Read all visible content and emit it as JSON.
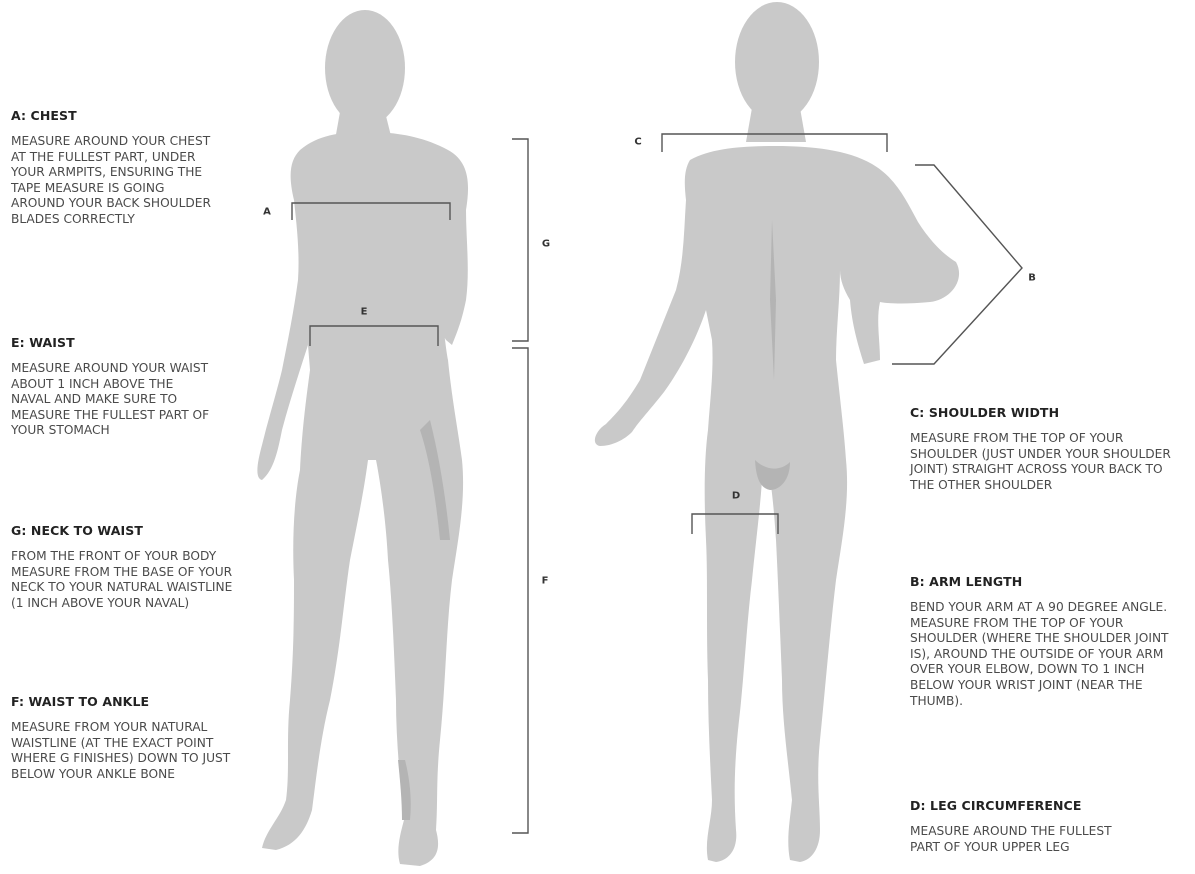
{
  "sections": {
    "chest": {
      "title": "A: CHEST",
      "text": "MEASURE AROUND YOUR CHEST AT THE FULLEST PART, UNDER YOUR ARMPITS, ENSURING THE TAPE MEASURE IS GOING AROUND YOUR BACK SHOULDER BLADES CORRECTLY"
    },
    "waist": {
      "title": "E: WAIST",
      "text": "MEASURE AROUND YOUR WAIST ABOUT 1 INCH ABOVE THE NAVAL AND MAKE SURE TO MEASURE THE FULLEST PART OF YOUR STOMACH"
    },
    "neck_to_waist": {
      "title": "G: NECK TO WAIST",
      "text": "FROM THE FRONT OF YOUR BODY MEASURE FROM THE BASE OF YOUR NECK TO YOUR NATURAL WAISTLINE (1 INCH ABOVE YOUR NAVAL)"
    },
    "waist_to_ankle": {
      "title": "F: WAIST TO ANKLE",
      "text": "MEASURE FROM YOUR NATURAL WAISTLINE (AT THE EXACT POINT WHERE G FINISHES) DOWN TO JUST BELOW YOUR ANKLE BONE"
    },
    "shoulder_width": {
      "title": "C: SHOULDER WIDTH",
      "text": "MEASURE FROM THE TOP OF YOUR SHOULDER (JUST UNDER YOUR SHOULDER JOINT) STRAIGHT ACROSS YOUR BACK TO THE OTHER SHOULDER"
    },
    "arm_length": {
      "title": "B: ARM LENGTH",
      "text": "BEND YOUR ARM AT A 90 DEGREE ANGLE. MEASURE FROM THE TOP OF YOUR SHOULDER (WHERE THE SHOULDER JOINT IS), AROUND THE OUTSIDE OF YOUR ARM OVER YOUR ELBOW, DOWN TO 1 INCH BELOW YOUR WRIST JOINT (NEAR THE THUMB)."
    },
    "leg_circumference": {
      "title": "D: LEG CIRCUMFERENCE",
      "text": "MEASURE AROUND THE FULLEST PART OF YOUR UPPER LEG"
    }
  },
  "markers": {
    "a": "A",
    "b": "B",
    "c": "C",
    "d": "D",
    "e": "E",
    "f": "F",
    "g": "G"
  },
  "colors": {
    "body": "#c9c9c9",
    "body_shadow": "#b4b4b4",
    "line": "#555555",
    "text": "#4a4a4a",
    "heading": "#222222"
  }
}
